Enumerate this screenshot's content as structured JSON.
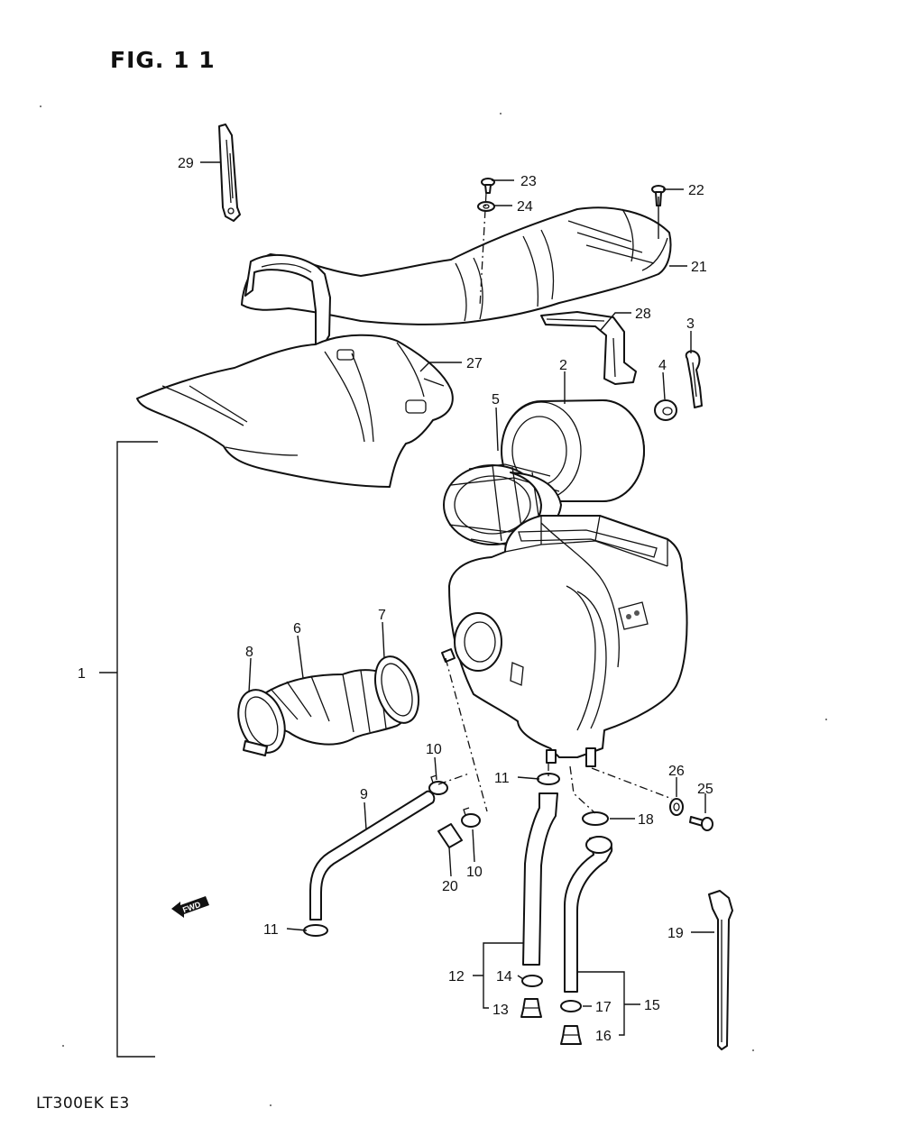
{
  "figure": {
    "title": "FIG. 1 1",
    "model": "LT300EK E3"
  },
  "fwd_badge": "FWD",
  "callouts": {
    "c1": "1",
    "c2": "2",
    "c3": "3",
    "c4": "4",
    "c5": "5",
    "c6": "6",
    "c7": "7",
    "c8": "8",
    "c9": "9",
    "c10a": "10",
    "c10b": "10",
    "c11a": "11",
    "c11b": "11",
    "c12": "12",
    "c13": "13",
    "c14": "14",
    "c15": "15",
    "c16": "16",
    "c17": "17",
    "c18": "18",
    "c19": "19",
    "c20": "20",
    "c21": "21",
    "c22": "22",
    "c23": "23",
    "c24": "24",
    "c25": "25",
    "c26": "26",
    "c27": "27",
    "c28": "28",
    "c29": "29"
  }
}
